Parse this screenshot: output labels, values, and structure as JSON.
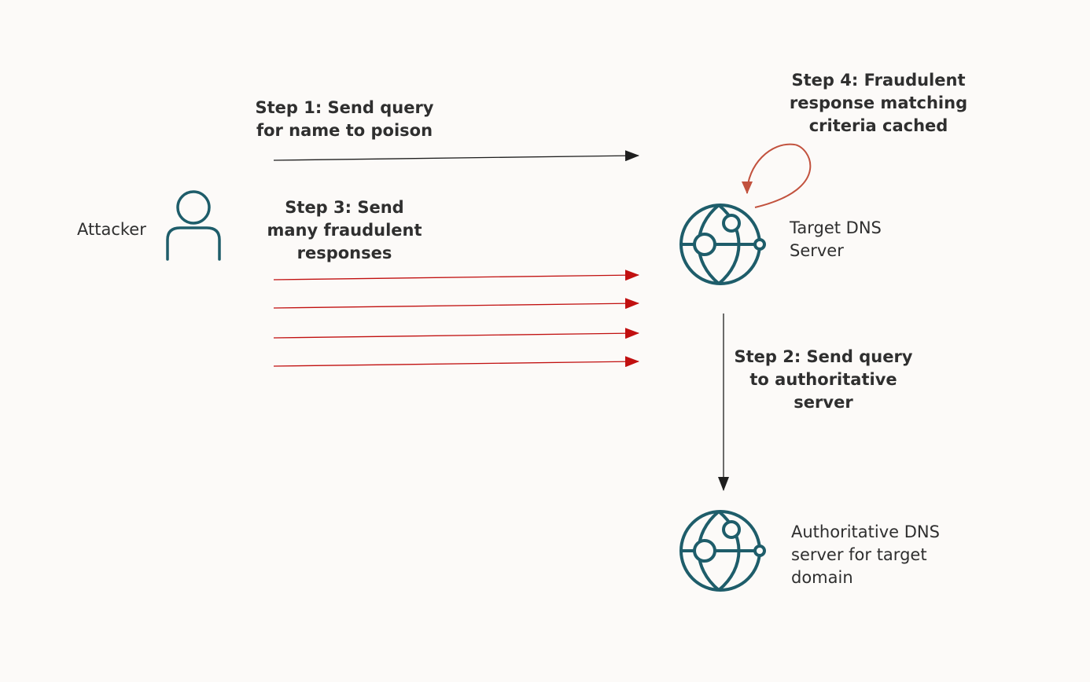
{
  "colors": {
    "background": "#fcfaf8",
    "text": "#2f2f2f",
    "icon": "#1e5d6a",
    "arrow_black": "#1f1f1f",
    "arrow_red": "#c11010",
    "loop_arrow": "#c2523e"
  },
  "nodes": {
    "attacker": {
      "label": "Attacker",
      "icon": "person-icon"
    },
    "target_dns": {
      "label_lines": [
        "Target DNS",
        "Server"
      ],
      "icon": "globe-network-icon"
    },
    "authoritative_dns": {
      "label_lines": [
        "Authoritative DNS",
        "server for target",
        "domain"
      ],
      "icon": "globe-network-icon"
    }
  },
  "steps": {
    "step1": {
      "lines": [
        "Step 1: Send query",
        "for name to poison"
      ]
    },
    "step2": {
      "lines": [
        "Step 2: Send query",
        "to authoritative",
        "server"
      ]
    },
    "step3": {
      "lines": [
        "Step 3: Send",
        "many fraudulent",
        "responses"
      ]
    },
    "step4": {
      "lines": [
        "Step 4: Fraudulent",
        "response matching",
        "criteria cached"
      ]
    }
  },
  "edges": [
    {
      "from": "attacker",
      "to": "target_dns",
      "label": "step1",
      "kind": "query"
    },
    {
      "from": "target_dns",
      "to": "authoritative_dns",
      "label": "step2",
      "kind": "query"
    },
    {
      "from": "attacker",
      "to": "target_dns",
      "label": "step3",
      "kind": "fraudulent"
    },
    {
      "from": "attacker",
      "to": "target_dns",
      "label": "step3",
      "kind": "fraudulent"
    },
    {
      "from": "attacker",
      "to": "target_dns",
      "label": "step3",
      "kind": "fraudulent"
    },
    {
      "from": "attacker",
      "to": "target_dns",
      "label": "step3",
      "kind": "fraudulent"
    },
    {
      "from": "target_dns",
      "to": "target_dns",
      "label": "step4",
      "kind": "self-loop"
    }
  ]
}
